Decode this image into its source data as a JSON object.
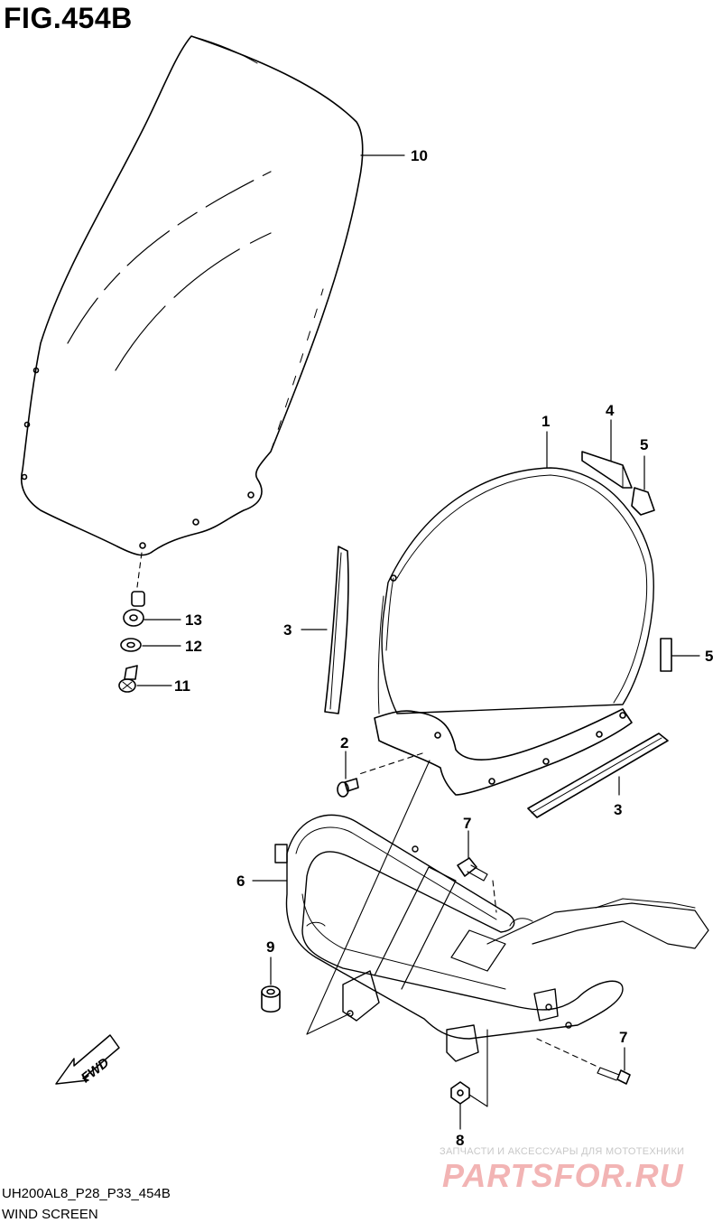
{
  "figure": {
    "title": "FIG.454B",
    "code": "UH200AL8_P28_P33_454B",
    "name": "WIND SCREEN"
  },
  "direction_badge": "FWD",
  "callouts": [
    {
      "id": "callout-10",
      "label": "10"
    },
    {
      "id": "callout-1",
      "label": "1"
    },
    {
      "id": "callout-4",
      "label": "4"
    },
    {
      "id": "callout-5a",
      "label": "5"
    },
    {
      "id": "callout-5b",
      "label": "5"
    },
    {
      "id": "callout-3a",
      "label": "3"
    },
    {
      "id": "callout-3b",
      "label": "3"
    },
    {
      "id": "callout-2",
      "label": "2"
    },
    {
      "id": "callout-13",
      "label": "13"
    },
    {
      "id": "callout-12",
      "label": "12"
    },
    {
      "id": "callout-11",
      "label": "11"
    },
    {
      "id": "callout-7a",
      "label": "7"
    },
    {
      "id": "callout-7b",
      "label": "7"
    },
    {
      "id": "callout-6",
      "label": "6"
    },
    {
      "id": "callout-9",
      "label": "9"
    },
    {
      "id": "callout-8",
      "label": "8"
    }
  ],
  "watermark": {
    "tagline": "ЗАПЧАСТИ И АКСЕССУАРЫ ДЛЯ МОТОТЕХНИКИ",
    "brand": "PARTSFOR.RU"
  },
  "colors": {
    "line": "#000000",
    "watermark_brand": "#f2b4b4",
    "watermark_text": "#c8c8c8"
  }
}
